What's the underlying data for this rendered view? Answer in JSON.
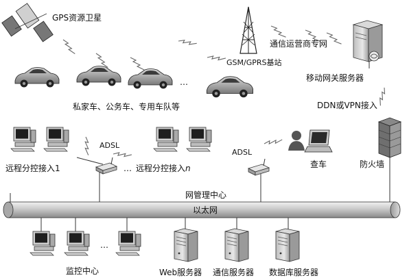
{
  "labels": {
    "gps_satellite": "GPS资源卫星",
    "telecom_network": "通信运营商专网",
    "gsm_station": "GSM/GPRS基站",
    "mobile_gateway": "移动网关服务器",
    "vehicles": "私家车、公务车、专用车队等",
    "ddn_vpn": "DDN或VPN接入",
    "adsl_left": "ADSL",
    "adsl_right": "ADSL",
    "remote_1": "远程分控接入1",
    "remote_n": "远程分控接入",
    "remote_n_var": "n",
    "check_car": "查车",
    "firewall": "防火墙",
    "network_center": "网管理中心",
    "ethernet": "以太网",
    "monitor_center": "监控中心",
    "web_server": "Web服务器",
    "comm_server": "通信服务器",
    "db_server": "数据库服务器",
    "ellipsis_cars": "…",
    "ellipsis_remote": "…",
    "ellipsis_monitor": "…"
  }
}
